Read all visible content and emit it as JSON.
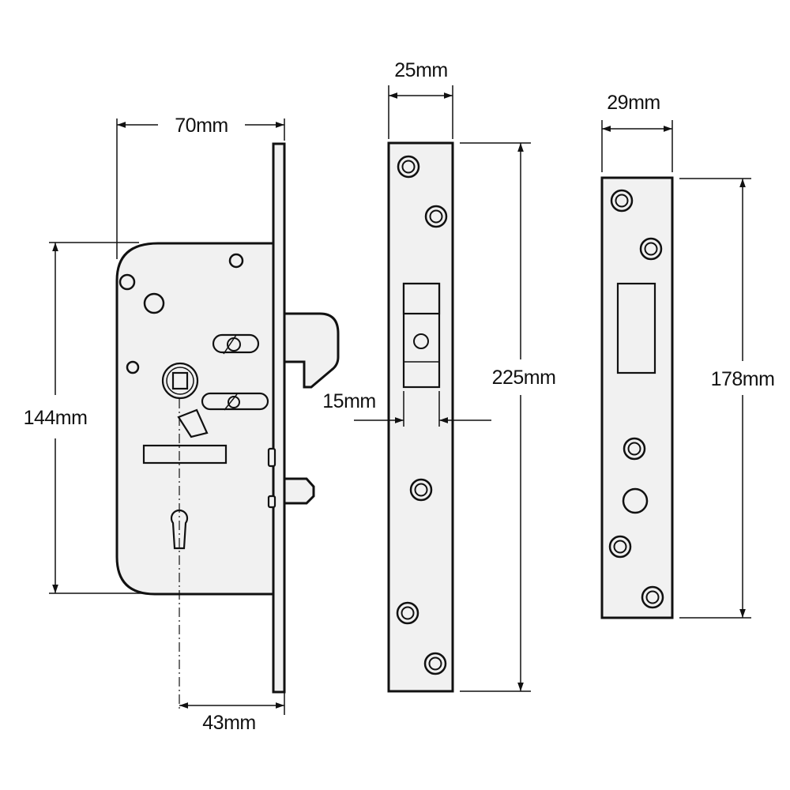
{
  "dimensions": {
    "case_width": "70mm",
    "case_height": "144mm",
    "backset": "43mm",
    "faceplate_width": "25mm",
    "faceplate_length": "225mm",
    "bolt_width": "15mm",
    "strike_width": "29mm",
    "strike_length": "178mm"
  },
  "colors": {
    "line": "#111111",
    "fill": "#f1f1f1",
    "background": "#ffffff"
  }
}
